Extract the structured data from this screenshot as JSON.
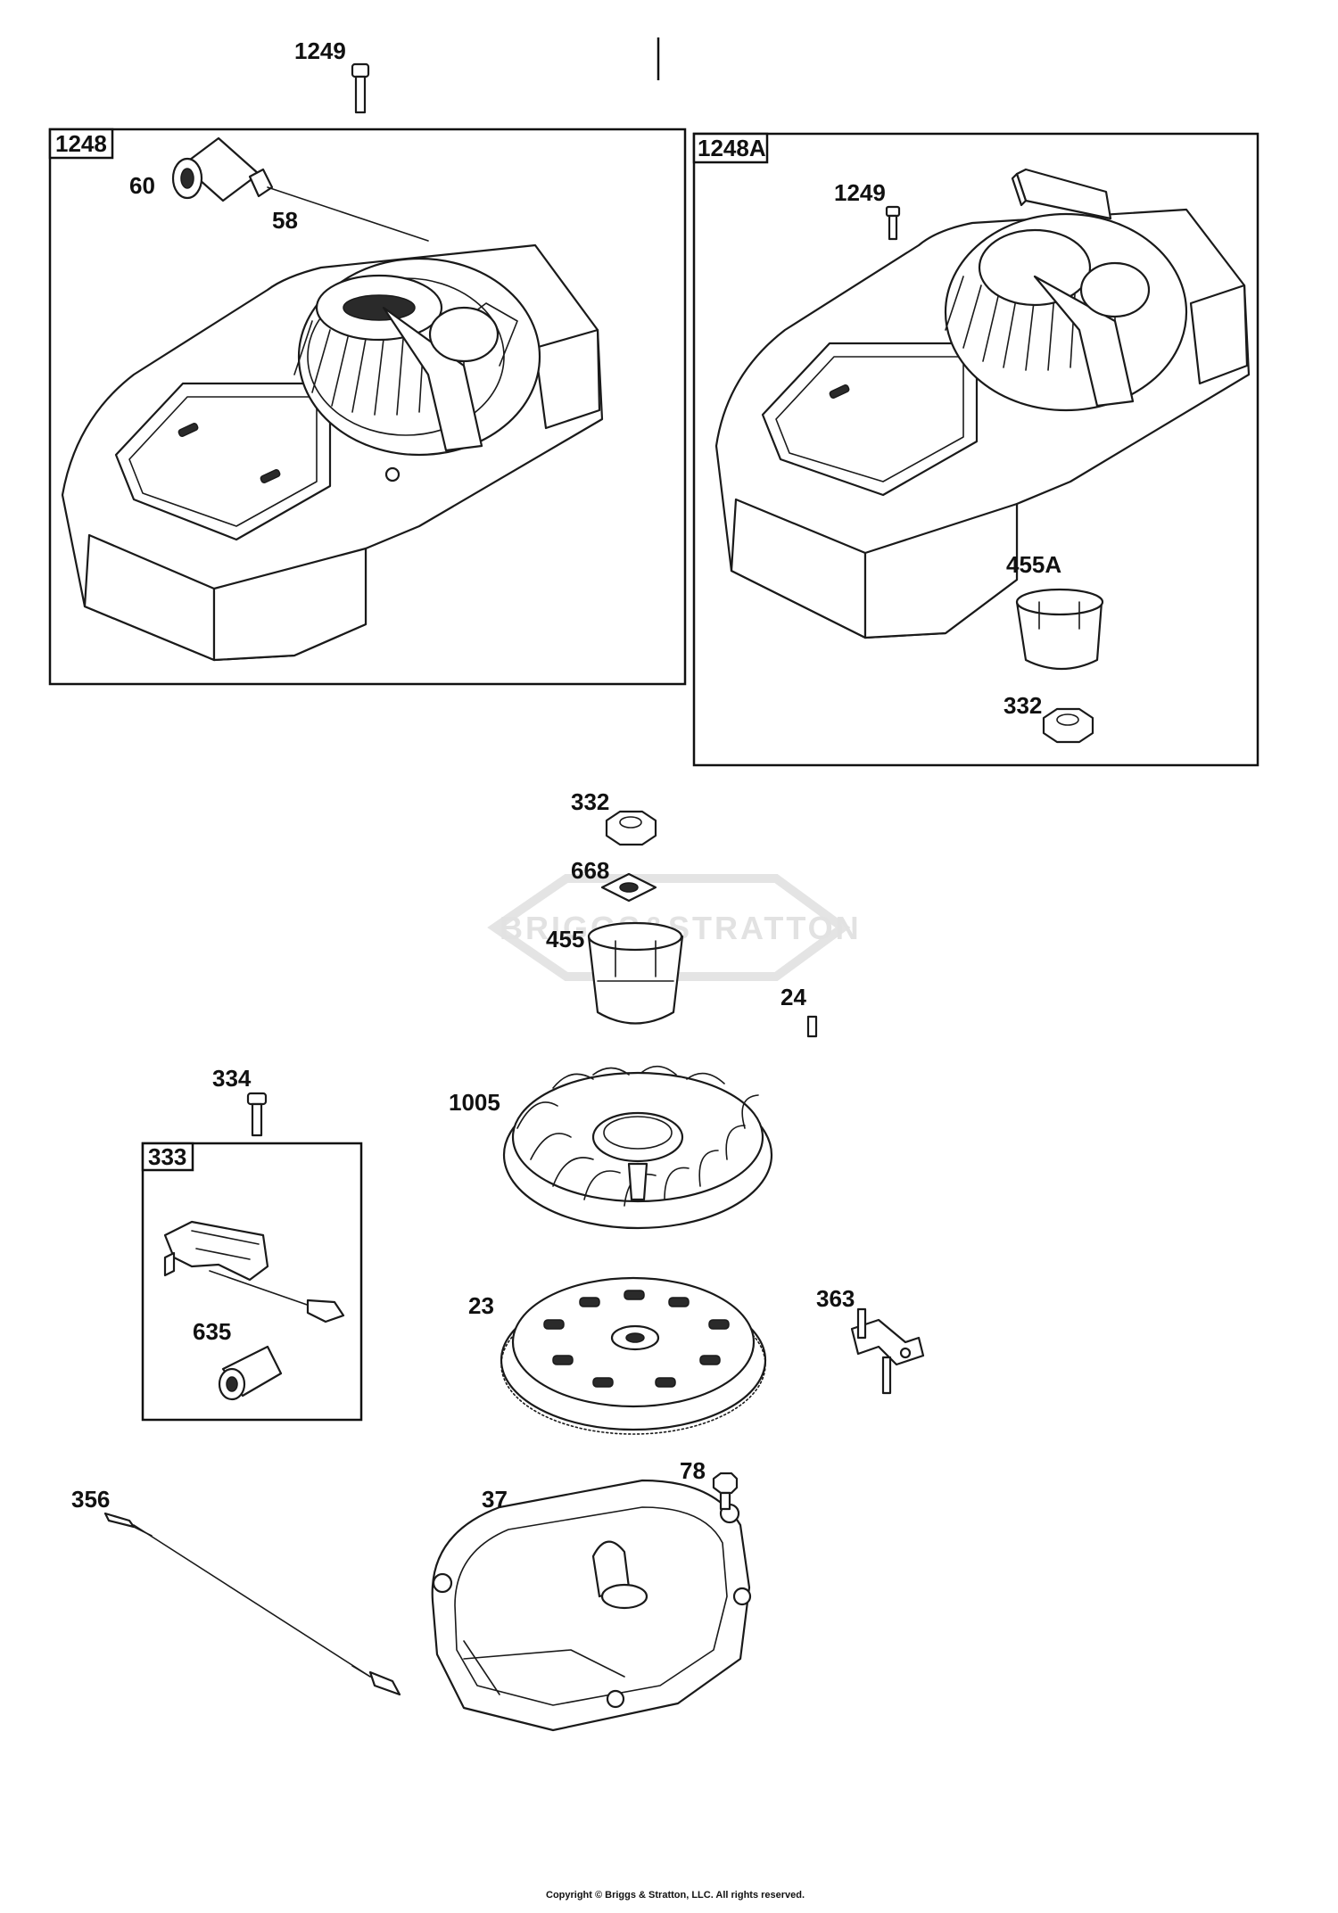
{
  "diagram": {
    "boxes": {
      "blower_housing_a": "1248",
      "blower_housing_b": "1248A",
      "ignition_kit": "333"
    },
    "callouts": {
      "bolt_top": "1249",
      "grip": "60",
      "rope": "58",
      "bolt_inner": "1249",
      "cup_a": "455A",
      "nut_a": "332",
      "nut": "332",
      "washer": "668",
      "cup": "455",
      "key": "24",
      "screw_334": "334",
      "fan": "1005",
      "flywheel": "23",
      "spark_boot": "635",
      "bracket": "363",
      "wire": "356",
      "backplate": "37",
      "screw_78": "78"
    },
    "watermark": "BRIGGS&STRATTON",
    "copyright": "Copyright © Briggs & Stratton, LLC. All rights reserved."
  }
}
